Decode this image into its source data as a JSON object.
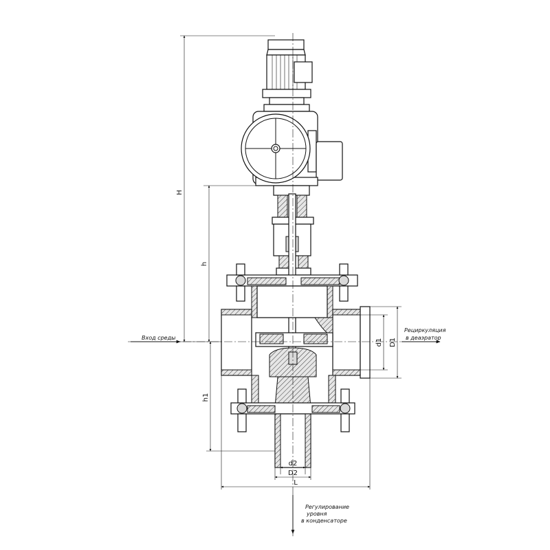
{
  "labels": {
    "inlet": "Вход среды",
    "recirculation_line1": "Рециркуляция",
    "recirculation_line2": "в деаэратор",
    "level_line1": "Регулирование",
    "level_line2": "уровня",
    "level_line3": "в конденсаторе"
  },
  "dimensions": {
    "H": "H",
    "h": "h",
    "h1": "h1",
    "d1": "d1",
    "D1": "D1",
    "d2": "d2",
    "D2": "D2",
    "L": "L"
  }
}
